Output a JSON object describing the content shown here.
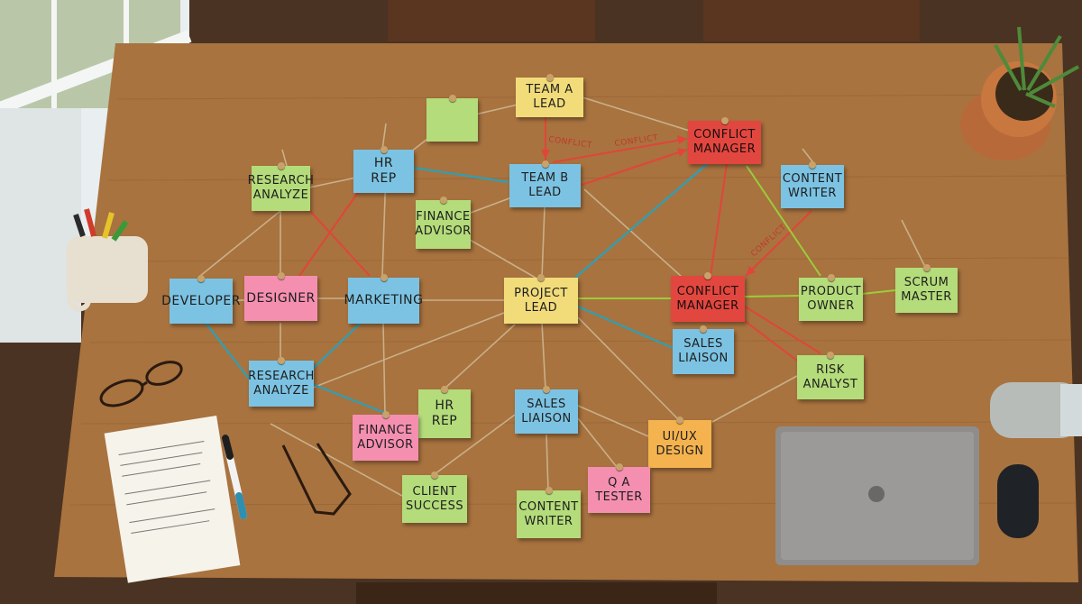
{
  "colors": {
    "yellow": "#f2dc7a",
    "blue": "#7cc3e3",
    "green": "#b4dc7a",
    "pink": "#f58fb0",
    "red": "#e2473f",
    "orange": "#f4b34e",
    "string_twine": "#c9b089",
    "string_blue": "#2f9fb5",
    "string_red": "#e0453a",
    "string_green": "#9ccc3a",
    "table": "#a8733f",
    "floor": "#4a3322"
  },
  "annotations": {
    "conflict_1": "CONFLICT",
    "conflict_2": "CONFLICT",
    "conflict_3": "CONFLICT"
  },
  "notes": [
    {
      "id": "team-a-lead",
      "text": "TEAM A\nLEAD",
      "color": "yellow"
    },
    {
      "id": "blank-green",
      "text": "",
      "color": "green"
    },
    {
      "id": "hr-rep-top",
      "text": "HR\nREP",
      "color": "blue"
    },
    {
      "id": "research-analyze-top",
      "text": "RESEARCH\nANALYZE",
      "color": "green"
    },
    {
      "id": "team-b-lead",
      "text": "TEAM B\nLEAD",
      "color": "blue"
    },
    {
      "id": "finance-advisor-top",
      "text": "FINANCE\nADVISOR",
      "color": "green"
    },
    {
      "id": "conflict-manager-top",
      "text": "CONFLICT\nMANAGER",
      "color": "red"
    },
    {
      "id": "content-writer-top",
      "text": "CONTENT\nWRITER",
      "color": "blue"
    },
    {
      "id": "developer",
      "text": "DEVELOPER",
      "color": "blue"
    },
    {
      "id": "designer",
      "text": "DESIGNER",
      "color": "pink"
    },
    {
      "id": "marketing",
      "text": "MARKETING",
      "color": "blue"
    },
    {
      "id": "project-lead",
      "text": "PROJECT\nLEAD",
      "color": "yellow"
    },
    {
      "id": "conflict-manager-mid",
      "text": "CONFLICT\nMANAGER",
      "color": "red"
    },
    {
      "id": "product-owner",
      "text": "PRODUCT\nOWNER",
      "color": "green"
    },
    {
      "id": "scrum-master",
      "text": "SCRUM\nMASTER",
      "color": "green"
    },
    {
      "id": "sales-liaison-right",
      "text": "SALES\nLIAISON",
      "color": "blue"
    },
    {
      "id": "risk-analyst",
      "text": "RISK\nANALYST",
      "color": "green"
    },
    {
      "id": "research-analyze-bottom",
      "text": "RESEARCH\nANALYZE",
      "color": "blue"
    },
    {
      "id": "hr-rep-bottom",
      "text": "HR REP",
      "color": "green"
    },
    {
      "id": "sales-liaison-center",
      "text": "SALES\nLIAISON",
      "color": "blue"
    },
    {
      "id": "finance-advisor-bottom",
      "text": "FINANCE\nADVISOR",
      "color": "pink"
    },
    {
      "id": "ui-ux-design",
      "text": "UI/UX\nDESIGN",
      "color": "orange"
    },
    {
      "id": "qa-tester",
      "text": "Q A\nTESTER",
      "color": "pink"
    },
    {
      "id": "client-success",
      "text": "CLIENT\nSUCCESS",
      "color": "green"
    },
    {
      "id": "content-writer-bottom",
      "text": "CONTENT\nWRITER",
      "color": "green"
    }
  ]
}
